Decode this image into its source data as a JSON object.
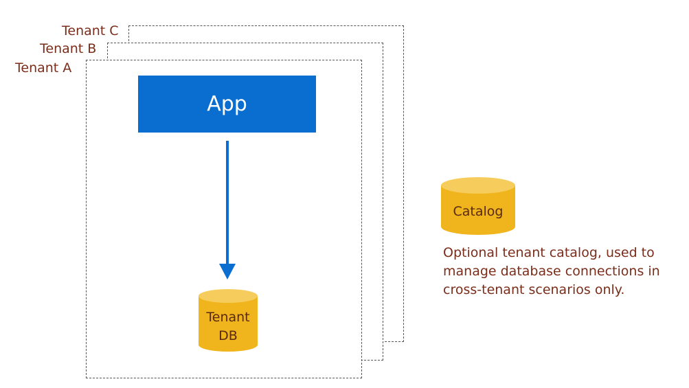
{
  "tenants": {
    "c_label": "Tenant C",
    "b_label": "Tenant B",
    "a_label": "Tenant A"
  },
  "app": {
    "label": "App"
  },
  "tenant_db": {
    "line1": "Tenant",
    "line2": "DB"
  },
  "catalog": {
    "label": "Catalog",
    "caption_line1": "Optional tenant catalog, used to",
    "caption_line2": "manage database connections in",
    "caption_line3": "cross-tenant scenarios only."
  },
  "colors": {
    "app_blue": "#0a6ed1",
    "db_gold": "#f0b41c",
    "db_top": "#f6cd5c",
    "label_brown": "#7a2d1a",
    "arrow_blue": "#0a6ed1"
  }
}
